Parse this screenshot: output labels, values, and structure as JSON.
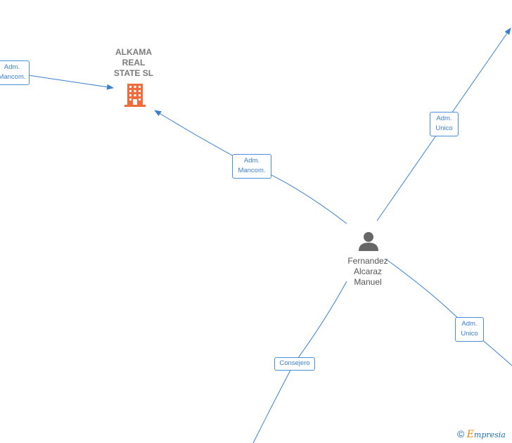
{
  "company": {
    "name": "ALKAMA\nREAL\nSTATE  SL",
    "icon": "building-icon",
    "color": "#f26b3a"
  },
  "person": {
    "name": "Fernandez\nAlcaraz\nManuel",
    "icon": "person-icon",
    "color": "#666666"
  },
  "roles": {
    "left_top": "Adm.\nMancom.",
    "company_person": "Adm.\nMancom.",
    "top_right": "Adm.\nUnico",
    "bottom_right": "Adm.\nUnico",
    "bottom": "Consejero"
  },
  "edge_color": "#3b7fd1",
  "watermark": {
    "copyright": "©",
    "brand_initial": "E",
    "brand_rest": "mpresia"
  }
}
